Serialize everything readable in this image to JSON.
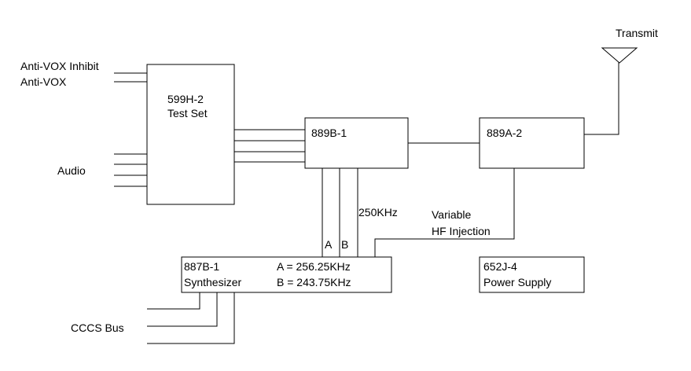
{
  "diagram": {
    "blocks": {
      "test_set": {
        "line1": "599H-2",
        "line2": "Test Set"
      },
      "modulator": {
        "label": "889B-1"
      },
      "amplifier": {
        "label": "889A-2"
      },
      "synthesizer": {
        "line1": "887B-1",
        "line2": "Synthesizer",
        "freq_a": "A = 256.25KHz",
        "freq_b": "B = 243.75KHz"
      },
      "power_supply": {
        "line1": "652J-4",
        "line2": "Power Supply"
      }
    },
    "labels": {
      "anti_vox_inhibit": "Anti-VOX Inhibit",
      "anti_vox": "Anti-VOX",
      "audio": "Audio",
      "transmit": "Transmit",
      "line_a": "A",
      "line_b": "B",
      "ref_250": "250KHz",
      "variable_1": "Variable",
      "variable_2": "HF Injection",
      "cccs_bus": "CCCS Bus"
    },
    "colors": {
      "line": "#000000",
      "background": "#ffffff"
    }
  }
}
